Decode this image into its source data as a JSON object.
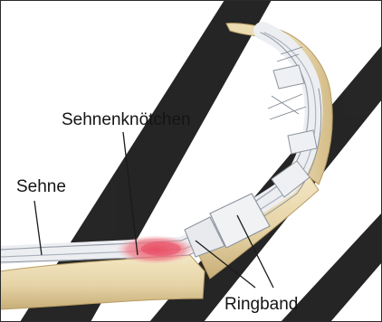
{
  "labels": {
    "nodule": "Sehnenknötchen",
    "tendon": "Sehne",
    "pulley": "Ringband"
  },
  "colors": {
    "background": "#ffffff",
    "bone": "#ead9b0",
    "bone_dark": "#c9b27c",
    "tendon": "#e6e8ec",
    "tendon_line": "#9aa1aa",
    "nodule": "#e85068",
    "watermark": "#1a1a1a",
    "label_line": "#1b1b1b"
  },
  "icons": {
    "frame": "image-frame-icon"
  }
}
